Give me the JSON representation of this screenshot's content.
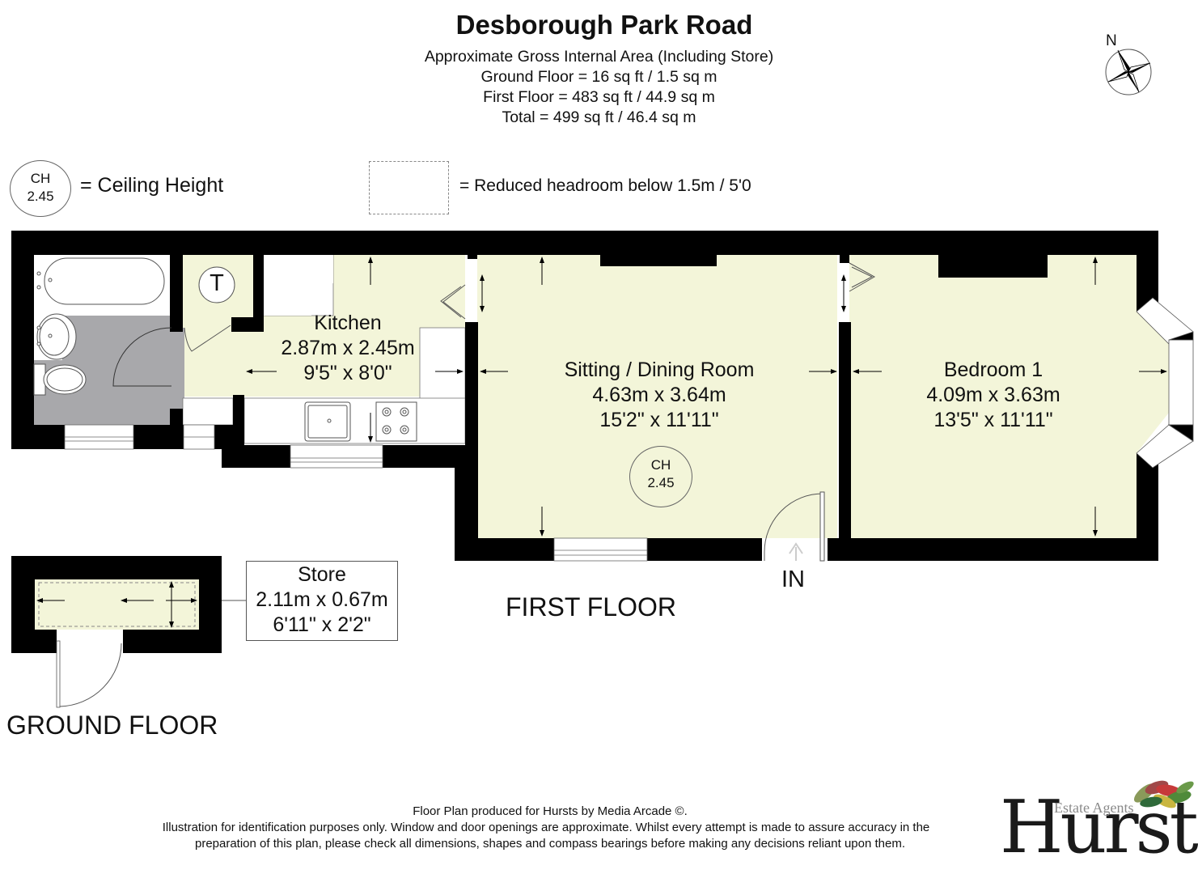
{
  "header": {
    "title": "Desborough Park Road",
    "area_heading": "Approximate Gross Internal Area (Including Store)",
    "ground_floor_area": "Ground Floor = 16 sq ft / 1.5 sq m",
    "first_floor_area": "First Floor = 483 sq ft / 44.9 sq m",
    "total_area": "Total = 499 sq ft / 46.4 sq m"
  },
  "compass": {
    "label": "N",
    "icon": "compass-rose-icon"
  },
  "legend": {
    "ceiling_height_symbol_line1": "CH",
    "ceiling_height_symbol_line2": "2.45",
    "ceiling_height_text": "= Ceiling Height",
    "reduced_headroom_text": "= Reduced headroom below 1.5m / 5'0"
  },
  "rooms": {
    "kitchen": {
      "name": "Kitchen",
      "metric": "2.87m x 2.45m",
      "imperial": "9'5\" x 8'0\""
    },
    "sitting": {
      "name": "Sitting / Dining Room",
      "metric": "4.63m x 3.64m",
      "imperial": "15'2\" x 11'11\""
    },
    "bedroom": {
      "name": "Bedroom 1",
      "metric": "4.09m x 3.63m",
      "imperial": "13'5\" x 11'11\""
    },
    "store": {
      "name": "Store",
      "metric": "2.11m x 0.67m",
      "imperial": "6'11\" x 2'2\""
    }
  },
  "markers": {
    "tank": "T",
    "ceiling_height_line1": "CH",
    "ceiling_height_line2": "2.45",
    "entrance": "IN"
  },
  "floors": {
    "first": "FIRST FLOOR",
    "ground": "GROUND FLOOR"
  },
  "footer": {
    "line1": "Floor Plan produced for Hursts by Media Arcade ©.",
    "line2": "Illustration for identification purposes only. Window and door openings are approximate. Whilst every attempt is made to assure accuracy in the",
    "line3": "preparation of this plan, please check all dimensions, shapes and compass bearings before making any decisions reliant upon them."
  },
  "logo": {
    "tagline": "Estate Agents",
    "name": "Hurst"
  },
  "colors": {
    "wall": "#000000",
    "room_fill": "#f3f5d9",
    "bathroom_fill": "#a8a8ab",
    "line": "#555555"
  }
}
